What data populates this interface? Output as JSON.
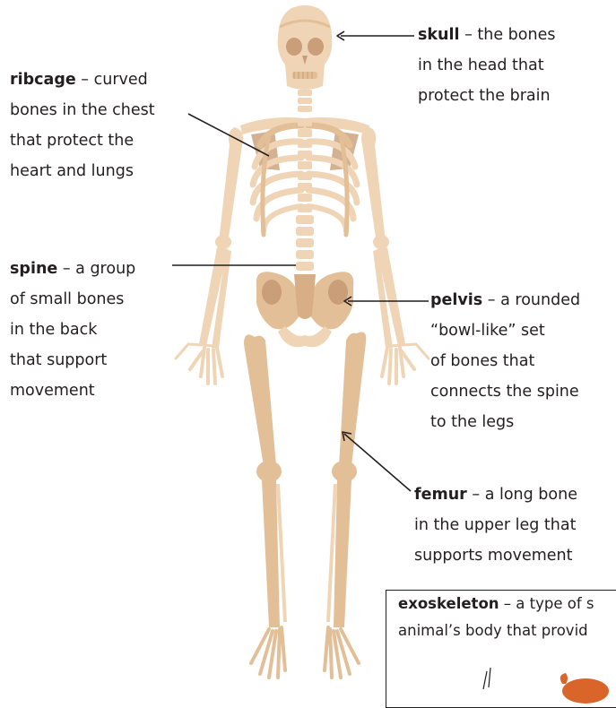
{
  "labels": {
    "skull": {
      "term": "skull",
      "lines": [
        " – the bones",
        "in the head that",
        "protect the brain"
      ]
    },
    "ribcage": {
      "term": "ribcage",
      "lines": [
        " – curved",
        "bones in the chest",
        "that protect the",
        "heart and lungs"
      ]
    },
    "spine": {
      "term": "spine",
      "lines": [
        " – a group",
        "of small bones",
        "in the back",
        "that support",
        "movement"
      ]
    },
    "pelvis": {
      "term": "pelvis",
      "lines": [
        " – a rounded",
        "“bowl-like” set",
        "of bones that",
        "connects the spine",
        "to the legs"
      ]
    },
    "femur": {
      "term": "femur",
      "lines": [
        " – a long bone",
        "in the upper leg that",
        "supports movement"
      ]
    }
  },
  "inset": {
    "term": "exoskeleton",
    "lines": [
      " – a type of s",
      "animal’s body that provid"
    ]
  },
  "colors": {
    "bone": "#efd5b6",
    "bone_mid": "#e3bf98",
    "bone_dark": "#c99e78",
    "leader": "#231f20",
    "crab": "#d9652b"
  }
}
